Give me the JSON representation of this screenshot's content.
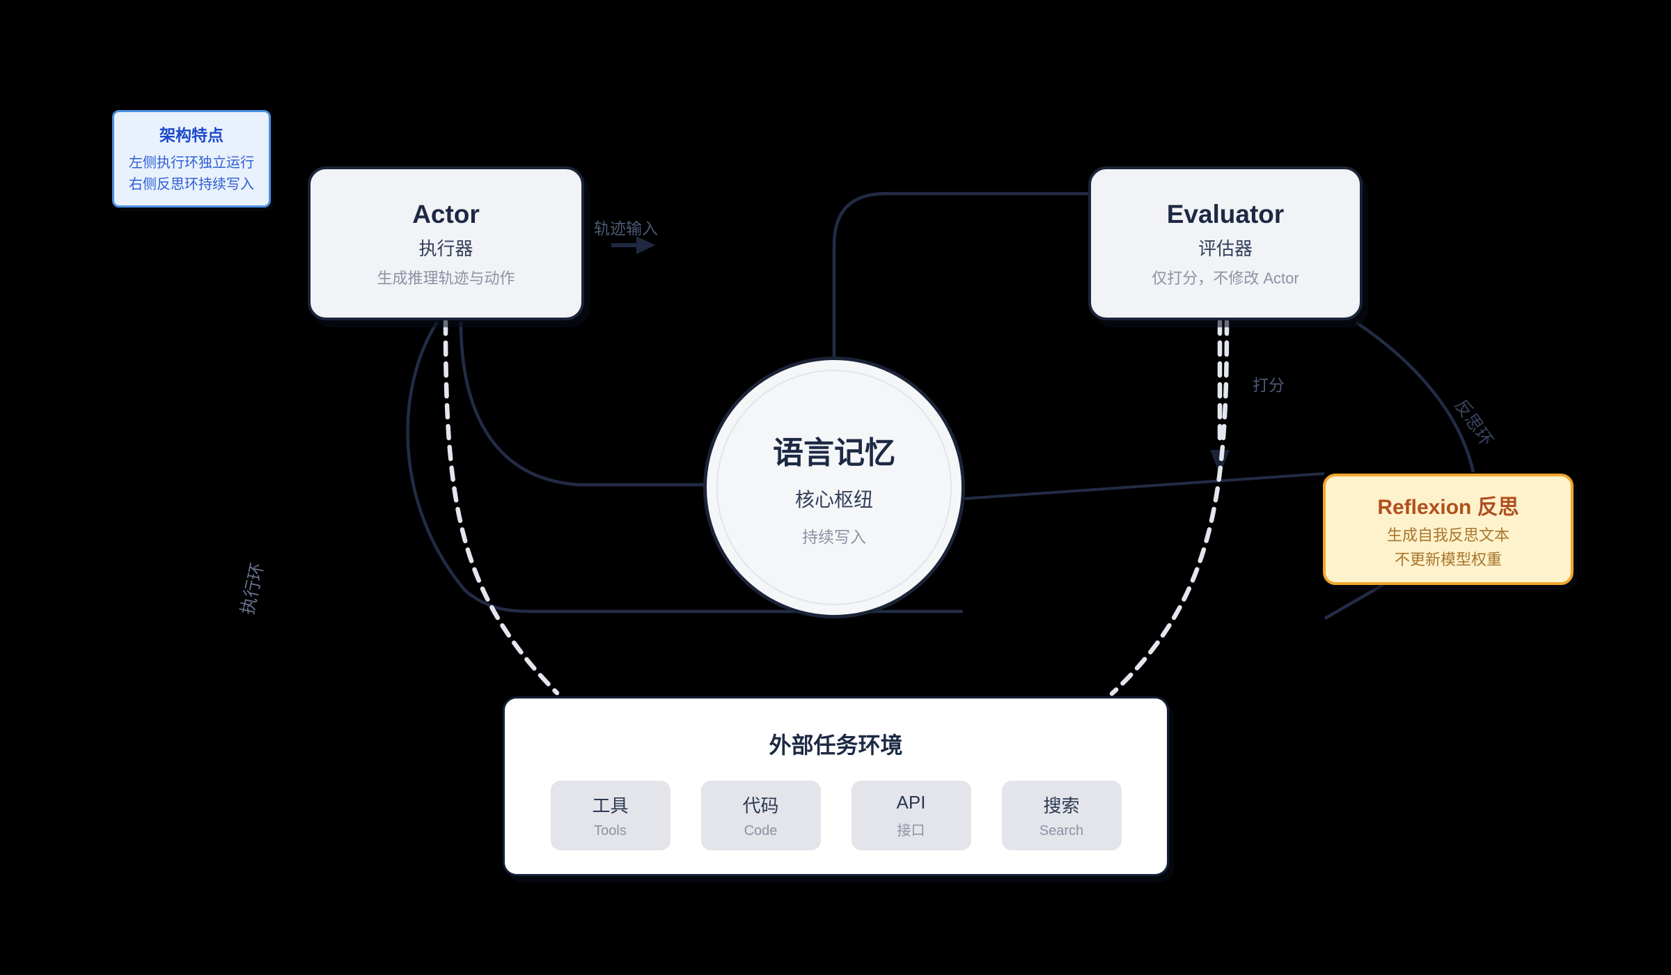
{
  "info_box": {
    "title": "架构特点",
    "lines": [
      "左侧执行环独立运行",
      "右侧反思环持续写入"
    ]
  },
  "nodes": {
    "actor": {
      "title": "Actor",
      "subtitle": "执行器",
      "desc": "生成推理轨迹与动作"
    },
    "evaluator": {
      "title": "Evaluator",
      "subtitle": "评估器",
      "desc": "仅打分，不修改 Actor"
    },
    "memory": {
      "title": "语言记忆",
      "subtitle": "核心枢纽",
      "desc": "持续写入"
    },
    "reflexion": {
      "title": "Reflexion 反思",
      "lines": [
        "生成自我反思文本",
        "不更新模型权重"
      ]
    },
    "environment": {
      "title": "外部任务环境",
      "chips": [
        {
          "main": "工具",
          "sub": "Tools"
        },
        {
          "main": "代码",
          "sub": "Code"
        },
        {
          "main": "API",
          "sub": "接口"
        },
        {
          "main": "搜索",
          "sub": "Search"
        }
      ]
    }
  },
  "labels": {
    "trajectory_input": "轨迹输入",
    "score": "打分",
    "execution_loop": "执行环",
    "reflection_loop": "反思环"
  },
  "colors": {
    "background": "#000000",
    "edge": "#232c45",
    "dash": "#e3e6ee",
    "node_fill": "#f2f3f6",
    "node_border": "#1b2337",
    "info_accent": "#4a8fe0",
    "info_text": "#2d5fd3",
    "reflexion_accent": "#f2a52d",
    "reflexion_title": "#b14f1e",
    "reflexion_text": "#a9752d",
    "env_fill": "#ffffff",
    "chip_fill": "#e3e5ea"
  }
}
